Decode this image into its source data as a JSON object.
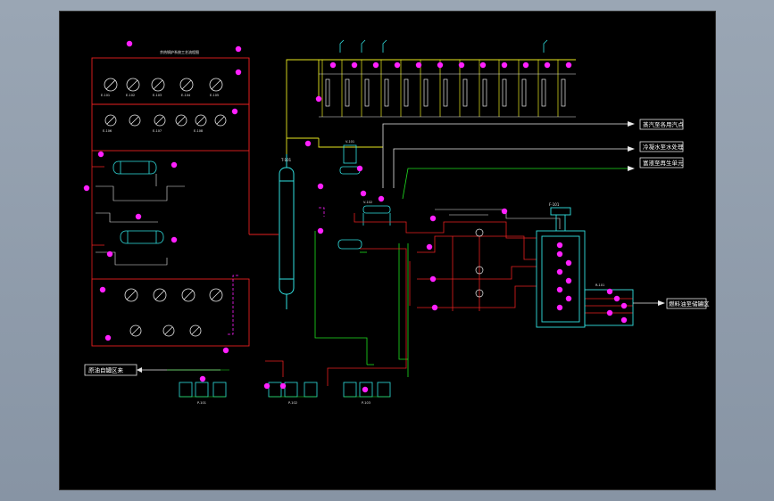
{
  "diagram": {
    "title": "余热锅炉系统工艺流程图",
    "boxes": {
      "feed_water": "原油自罐区来",
      "out_top": "蒸汽至各用汽点",
      "out_mid": "冷凝水至水处理",
      "out_low": "富液至再生单元",
      "out_right": "燃料油至储罐区"
    },
    "equipment_labels": [
      "E-101",
      "E-102",
      "E-103",
      "E-104",
      "E-105",
      "E-106",
      "E-107",
      "E-108",
      "T-101",
      "V-101",
      "V-102",
      "P-101",
      "P-102",
      "P-103",
      "F-101",
      "R-101"
    ],
    "colors": {
      "background": "#000000",
      "frame": "#8e99a8",
      "pipe_red": "#e82020",
      "pipe_yellow": "#e8e820",
      "pipe_green": "#20e020",
      "pipe_white": "#e8e8e8",
      "equipment_cyan": "#30e0e0",
      "instrument_magenta": "#ff20ff"
    }
  }
}
